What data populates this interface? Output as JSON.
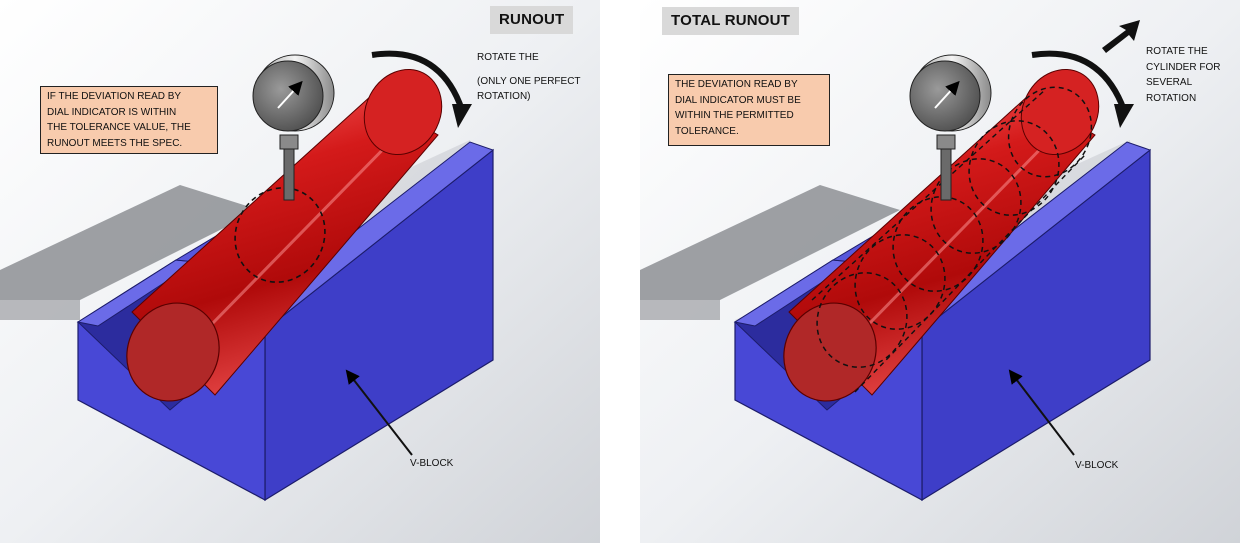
{
  "left": {
    "title": "RUNOUT",
    "note_lines": [
      "IF THE DEVIATION READ BY",
      "DIAL INDICATOR IS WITHIN",
      "THE TOLERANCE VALUE, THE",
      "RUNOUT MEETS THE SPEC."
    ],
    "rotate_lines": [
      "ROTATE THE",
      "(ONLY ONE PERFECT",
      "ROTATION)"
    ],
    "vblock_label": "V-BLOCK"
  },
  "right": {
    "title": "TOTAL RUNOUT",
    "note_lines": [
      "THE DEVIATION READ BY",
      "DIAL INDICATOR MUST BE",
      "WITHIN THE PERMITTED",
      "TOLERANCE."
    ],
    "rotate_lines": [
      "ROTATE THE",
      "CYLINDER FOR",
      "SEVERAL",
      "ROTATION"
    ],
    "vblock_label": "V-BLOCK"
  },
  "colors": {
    "vblock": "#3e3ec8",
    "vblock_top": "#6a6ae8",
    "vblock_dark": "#2a2a96",
    "cylinder": "#c81414",
    "cylinder_end": "#b02828",
    "note_bg": "#f8cbad",
    "title_bg": "#d9d9d9"
  },
  "icons": [
    "dial-indicator-icon",
    "curved-rotation-arrow-icon",
    "up-right-arrow-icon"
  ]
}
